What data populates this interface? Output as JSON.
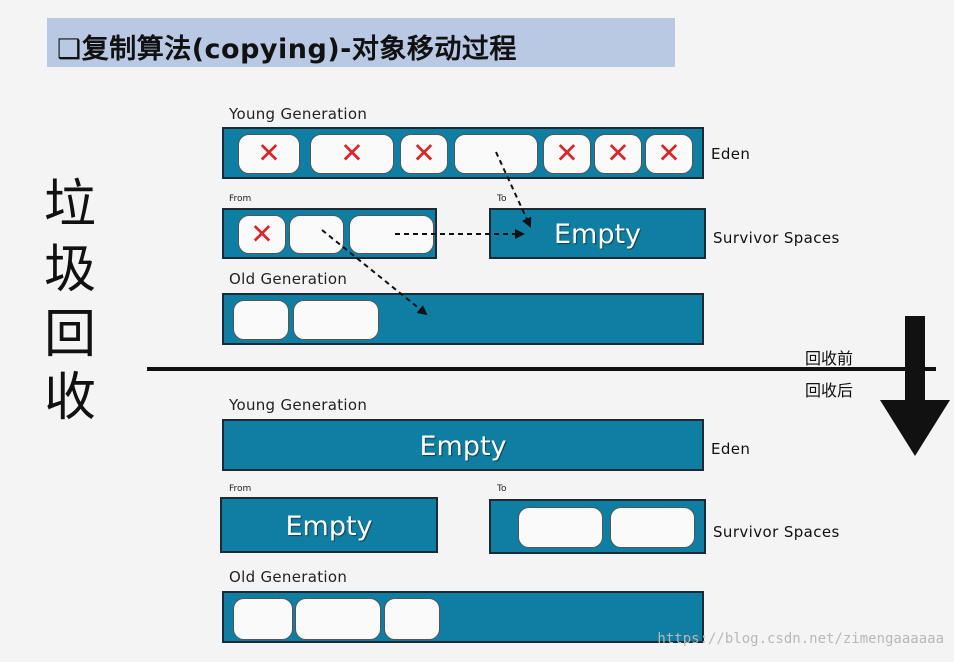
{
  "title": "❑复制算法(copying)-对象移动过程",
  "side_vertical": [
    "垃",
    "圾",
    "回",
    "收"
  ],
  "before_label": "回收前",
  "after_label": "回收后",
  "before": {
    "young_label": "Young Generation",
    "eden_label": "Eden",
    "from_label": "From",
    "to_label": "To",
    "to_text": "Empty",
    "survivor_label": "Survivor Spaces",
    "old_label": "Old Generation"
  },
  "after": {
    "young_label": "Young Generation",
    "eden_text": "Empty",
    "eden_label": "Eden",
    "from_label": "From",
    "from_text": "Empty",
    "to_label": "To",
    "survivor_label": "Survivor Spaces",
    "old_label": "Old Generation"
  },
  "dead_mark": "✕",
  "watermark": "https://blog.csdn.net/zimengaaaaaa",
  "colors": {
    "region_fill": "#0e7fa3",
    "title_bg": "#b9c9e3",
    "dead_mark": "#d9262a"
  }
}
